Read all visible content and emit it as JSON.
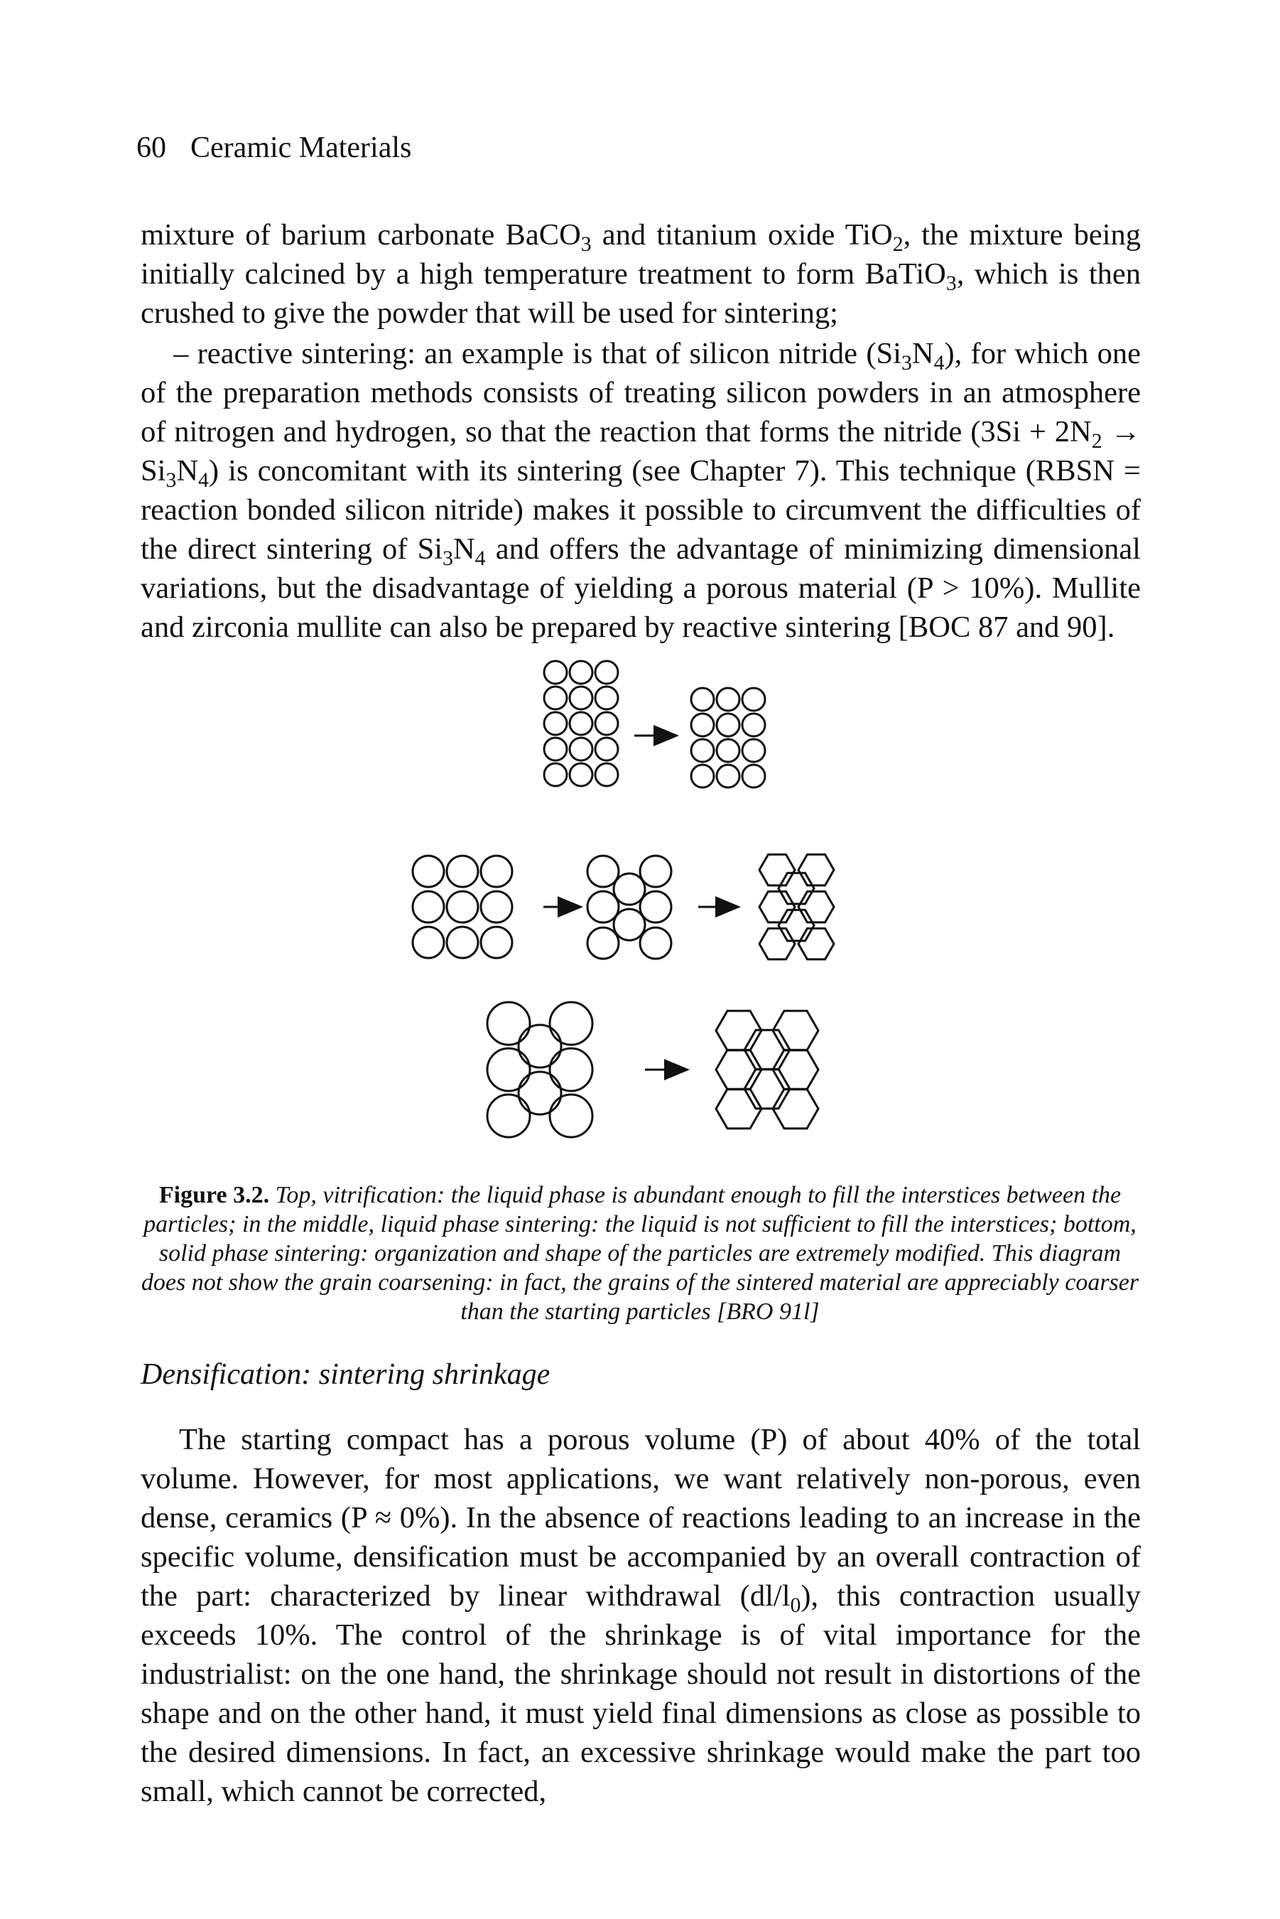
{
  "header": {
    "page_number": "60",
    "running_title": "Ceramic Materials"
  },
  "para1": {
    "s1": "mixture of barium carbonate BaCO",
    "s2": " and titanium oxide TiO",
    "s3": ", the mixture being initially calcined by a high temperature treatment to form BaTiO",
    "s4": ", which is then crushed to give the powder that will be used for sintering;",
    "sub3": "3",
    "sub2": "2"
  },
  "para2": {
    "s1": "– reactive sintering: an example is that of silicon nitride (Si",
    "s2": "N",
    "s3": "), for which one of the preparation methods consists of treating silicon powders in an atmosphere of nitrogen and hydrogen, so that the reaction that forms the nitride (3Si + 2N",
    "s4": " → Si",
    "s5": "N",
    "s6": ") is concomitant with its sintering (see Chapter 7). This technique (RBSN = reaction bonded silicon nitride) makes it possible to circumvent the difficulties of the direct sintering of Si",
    "s7": "N",
    "s8": " and offers the advantage of minimizing dimensional variations, but the disadvantage of yielding a porous material (P > 10%). Mullite and zirconia mullite can also be prepared by reactive sintering [BOC 87 and 90].",
    "sub3": "3",
    "sub4": "4",
    "sub2": "2"
  },
  "figure": {
    "label": "Figure 3.2.",
    "caption": "Top, vitrification: the liquid phase is abundant enough to fill the interstices between the particles; in the middle, liquid phase sintering: the liquid is not sufficient to fill the interstices; bottom, solid phase sintering: organization and shape of the particles are extremely modified. This diagram does not show the grain coarsening: in fact, the grains of the sintered material are appreciably coarser than the starting particles [BRO 91l]"
  },
  "section_heading": "Densification: sintering shrinkage",
  "para3": {
    "s1": "The starting compact has a porous volume (P) of about 40% of the total volume. However, for most applications, we want relatively non-porous, even dense, ceramics (P ≈ 0%). In the absence of reactions leading to an increase in the specific volume, densification must be accompanied by an overall contraction of the part: characterized by linear withdrawal (dl/l",
    "sub0": "0",
    "s2": "), this contraction usually exceeds 10%. The control of the shrinkage is of vital importance for the industrialist: on the one hand, the shrinkage should not result in distortions of the shape and on the other hand, it must yield final dimensions as close as possible to the desired dimensions. In fact, an excessive shrinkage would make the part too small, which cannot be corrected,"
  }
}
